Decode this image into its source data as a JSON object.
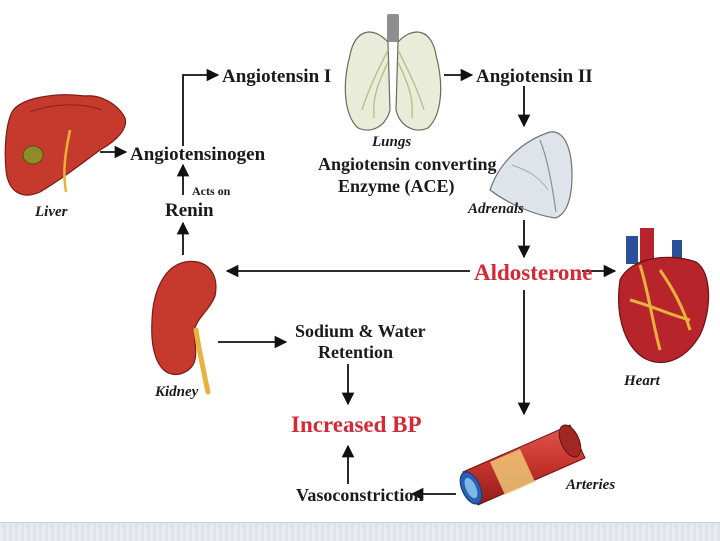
{
  "labels": {
    "angiotensin_1": "Angiotensin I",
    "angiotensin_2": "Angiotensin II",
    "angiotensinogen": "Angiotensinogen",
    "acts_on": "Acts on",
    "renin": "Renin",
    "lungs": "Lungs",
    "ace_line1": "Angiotensin converting",
    "ace_line2": "Enzyme (ACE)",
    "adrenals": "Adrenals",
    "aldosterone": "Aldosterone",
    "liver": "Liver",
    "kidney": "Kidney",
    "heart": "Heart",
    "sodium_line1": "Sodium & Water",
    "sodium_line2": "Retention",
    "increased_bp": "Increased BP",
    "vasoconstriction": "Vasoconstriction",
    "arteries": "Arteries"
  },
  "colors": {
    "accent_red": "#d42a36",
    "organ_red": "#b8242c",
    "liver": "#c63a2e",
    "lung": "#e8ecd9",
    "arrow": "#111111"
  }
}
